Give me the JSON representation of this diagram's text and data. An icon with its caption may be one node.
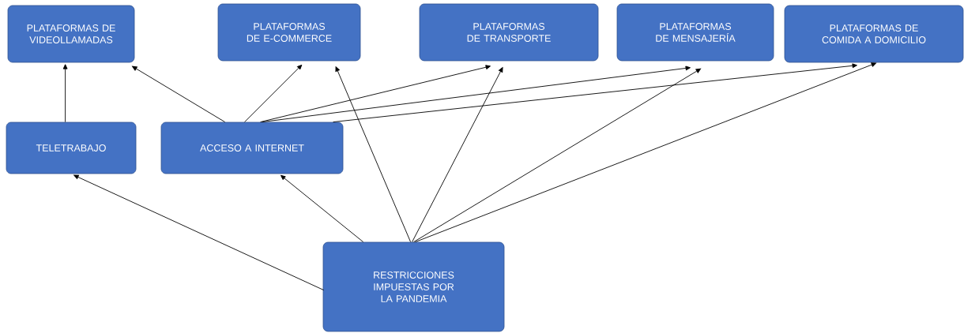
{
  "diagram": {
    "nodes": [
      {
        "text": [
          "PLATAFORMAS DE VIDEOLLAMADAS"
        ]
      },
      {
        "text": [
          "PLATAFORMAS DE E-COMMERCE"
        ]
      },
      {
        "text": [
          "PLATAFORMAS DE TRANSPORTE"
        ]
      },
      {
        "text": [
          "PLATAFORMAS DE MENSAJERÍA"
        ]
      },
      {
        "text": [
          "PLATAFORMAS DE COMIDA A DOMICILIO"
        ]
      },
      {
        "text": [
          "TELETRABAJO"
        ]
      },
      {
        "text": [
          "ACCESO A INTERNET"
        ]
      },
      {
        "text": [
          "RESTRICCIONES IMPUESTAS POR LA PANDEMIA"
        ]
      }
    ],
    "edges": [
      {
        "from": 5,
        "to": 0,
        "arrow": "to"
      },
      {
        "from": 6,
        "to": 0,
        "arrow": "to"
      },
      {
        "from": 6,
        "to": 1,
        "arrow": "to"
      },
      {
        "from": 6,
        "to": 2,
        "arrow": "to"
      },
      {
        "from": 6,
        "to": 3,
        "arrow": "to"
      },
      {
        "from": 6,
        "to": 4,
        "arrow": "to"
      },
      {
        "from": 7,
        "to": 5,
        "arrow": "to"
      },
      {
        "from": 7,
        "to": 6,
        "arrow": "to"
      },
      {
        "from": 7,
        "to": 1,
        "arrow": "to"
      },
      {
        "from": 7,
        "to": 2,
        "arrow": "to"
      },
      {
        "from": 7,
        "to": 3,
        "arrow": "to"
      },
      {
        "from": 7,
        "to": 4,
        "arrow": "to"
      }
    ]
  }
}
